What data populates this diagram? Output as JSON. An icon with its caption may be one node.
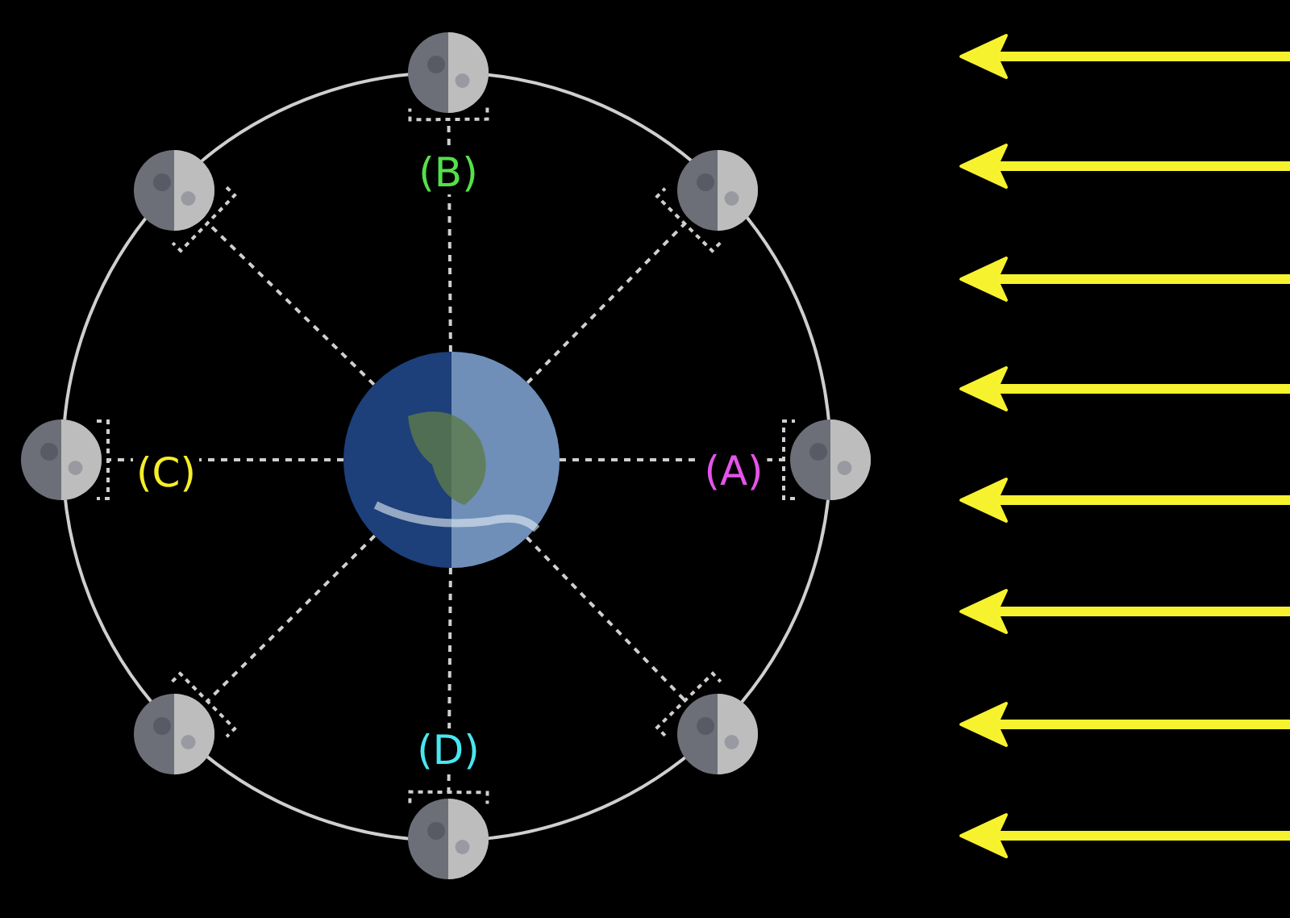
{
  "diagram": {
    "nodes": [
      {
        "text": [],
        "shape": "picture"
      },
      {
        "text": [],
        "shape": "picture"
      },
      {
        "text": [],
        "shape": "picture"
      },
      {
        "text": [],
        "shape": "picture"
      },
      {
        "text": [],
        "shape": "picture"
      },
      {
        "text": [],
        "shape": "picture"
      },
      {
        "text": [],
        "shape": "picture"
      },
      {
        "text": [],
        "shape": "picture"
      },
      {
        "text": [],
        "shape": "picture"
      }
    ],
    "edges": [
      {
        "from": 0,
        "to": 1,
        "arrow": "none",
        "style": "dashed",
        "label": "(B)"
      },
      {
        "from": 0,
        "to": 2,
        "arrow": "none",
        "style": "dashed"
      },
      {
        "from": 0,
        "to": 3,
        "arrow": "none",
        "style": "dashed"
      },
      {
        "from": 0,
        "to": 4,
        "arrow": "none",
        "style": "dashed",
        "label": "(C)"
      },
      {
        "from": 0,
        "to": 5,
        "arrow": "none",
        "style": "dashed",
        "label": "(A)"
      },
      {
        "from": 0,
        "to": 6,
        "arrow": "none",
        "style": "dashed"
      },
      {
        "from": 0,
        "to": 7,
        "arrow": "none",
        "style": "dashed"
      },
      {
        "from": 0,
        "to": 8,
        "arrow": "none",
        "style": "dashed",
        "label": "(D)"
      }
    ]
  }
}
